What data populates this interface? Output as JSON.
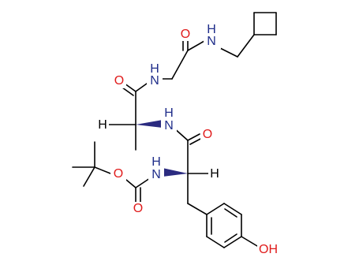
{
  "atoms": {
    "n_cyclobutyl_amide": {
      "label": "N",
      "sub": "H",
      "color": "#1f2d8a"
    },
    "o_top_carbonyl": {
      "label": "O",
      "color": "#e01b1b"
    },
    "n_gly": {
      "label": "N",
      "sub": "H",
      "color": "#1f2d8a"
    },
    "o_ala_carbonyl": {
      "label": "O",
      "color": "#e01b1b"
    },
    "h_ala": {
      "label": "H",
      "color": "#000000"
    },
    "n_ala": {
      "label": "N",
      "sub": "H",
      "color": "#1f2d8a"
    },
    "o_tyr_carbonyl": {
      "label": "O",
      "color": "#e01b1b"
    },
    "n_tyr": {
      "label": "N",
      "sub": "H",
      "color": "#1f2d8a"
    },
    "h_tyr": {
      "label": "H",
      "color": "#000000"
    },
    "o_ester": {
      "label": "O",
      "color": "#e01b1b"
    },
    "o_boc_carbonyl": {
      "label": "O",
      "color": "#e01b1b"
    },
    "oh_phenol": {
      "label": "OH",
      "color": "#e01b1b"
    }
  },
  "colors": {
    "bond": "#000000",
    "wedge": "#2b2b80",
    "nitrogen": "#1f2d8a",
    "oxygen": "#e01b1b"
  }
}
